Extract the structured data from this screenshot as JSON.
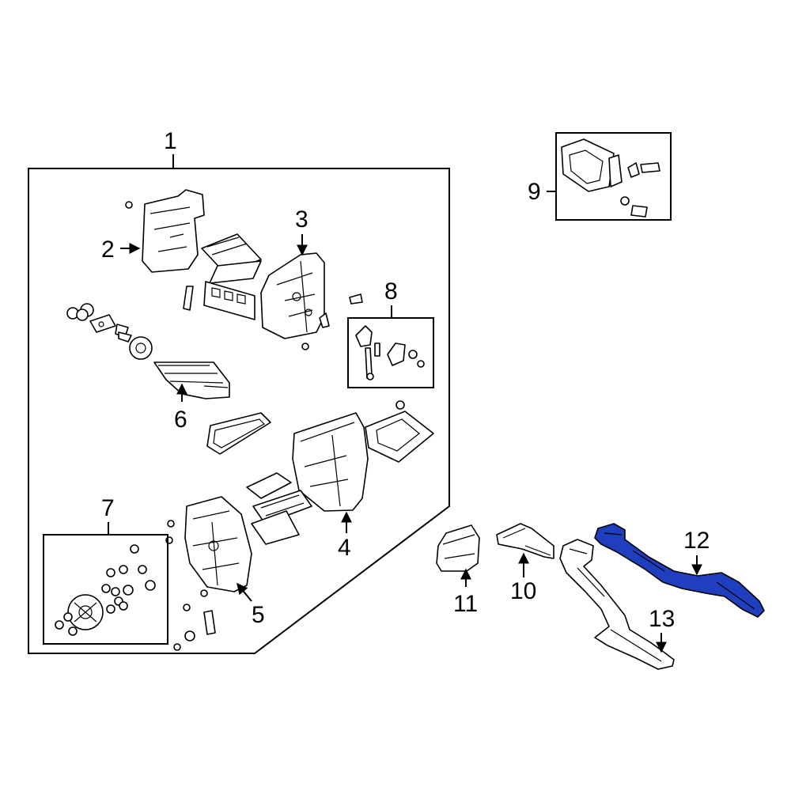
{
  "diagram": {
    "highlight_color": "#1f3fbf",
    "callouts": [
      {
        "id": "1",
        "label": "1"
      },
      {
        "id": "2",
        "label": "2"
      },
      {
        "id": "3",
        "label": "3"
      },
      {
        "id": "4",
        "label": "4"
      },
      {
        "id": "5",
        "label": "5"
      },
      {
        "id": "6",
        "label": "6"
      },
      {
        "id": "7",
        "label": "7"
      },
      {
        "id": "8",
        "label": "8"
      },
      {
        "id": "9",
        "label": "9"
      },
      {
        "id": "10",
        "label": "10"
      },
      {
        "id": "11",
        "label": "11"
      },
      {
        "id": "12",
        "label": "12",
        "highlighted": true
      },
      {
        "id": "13",
        "label": "13"
      }
    ]
  }
}
